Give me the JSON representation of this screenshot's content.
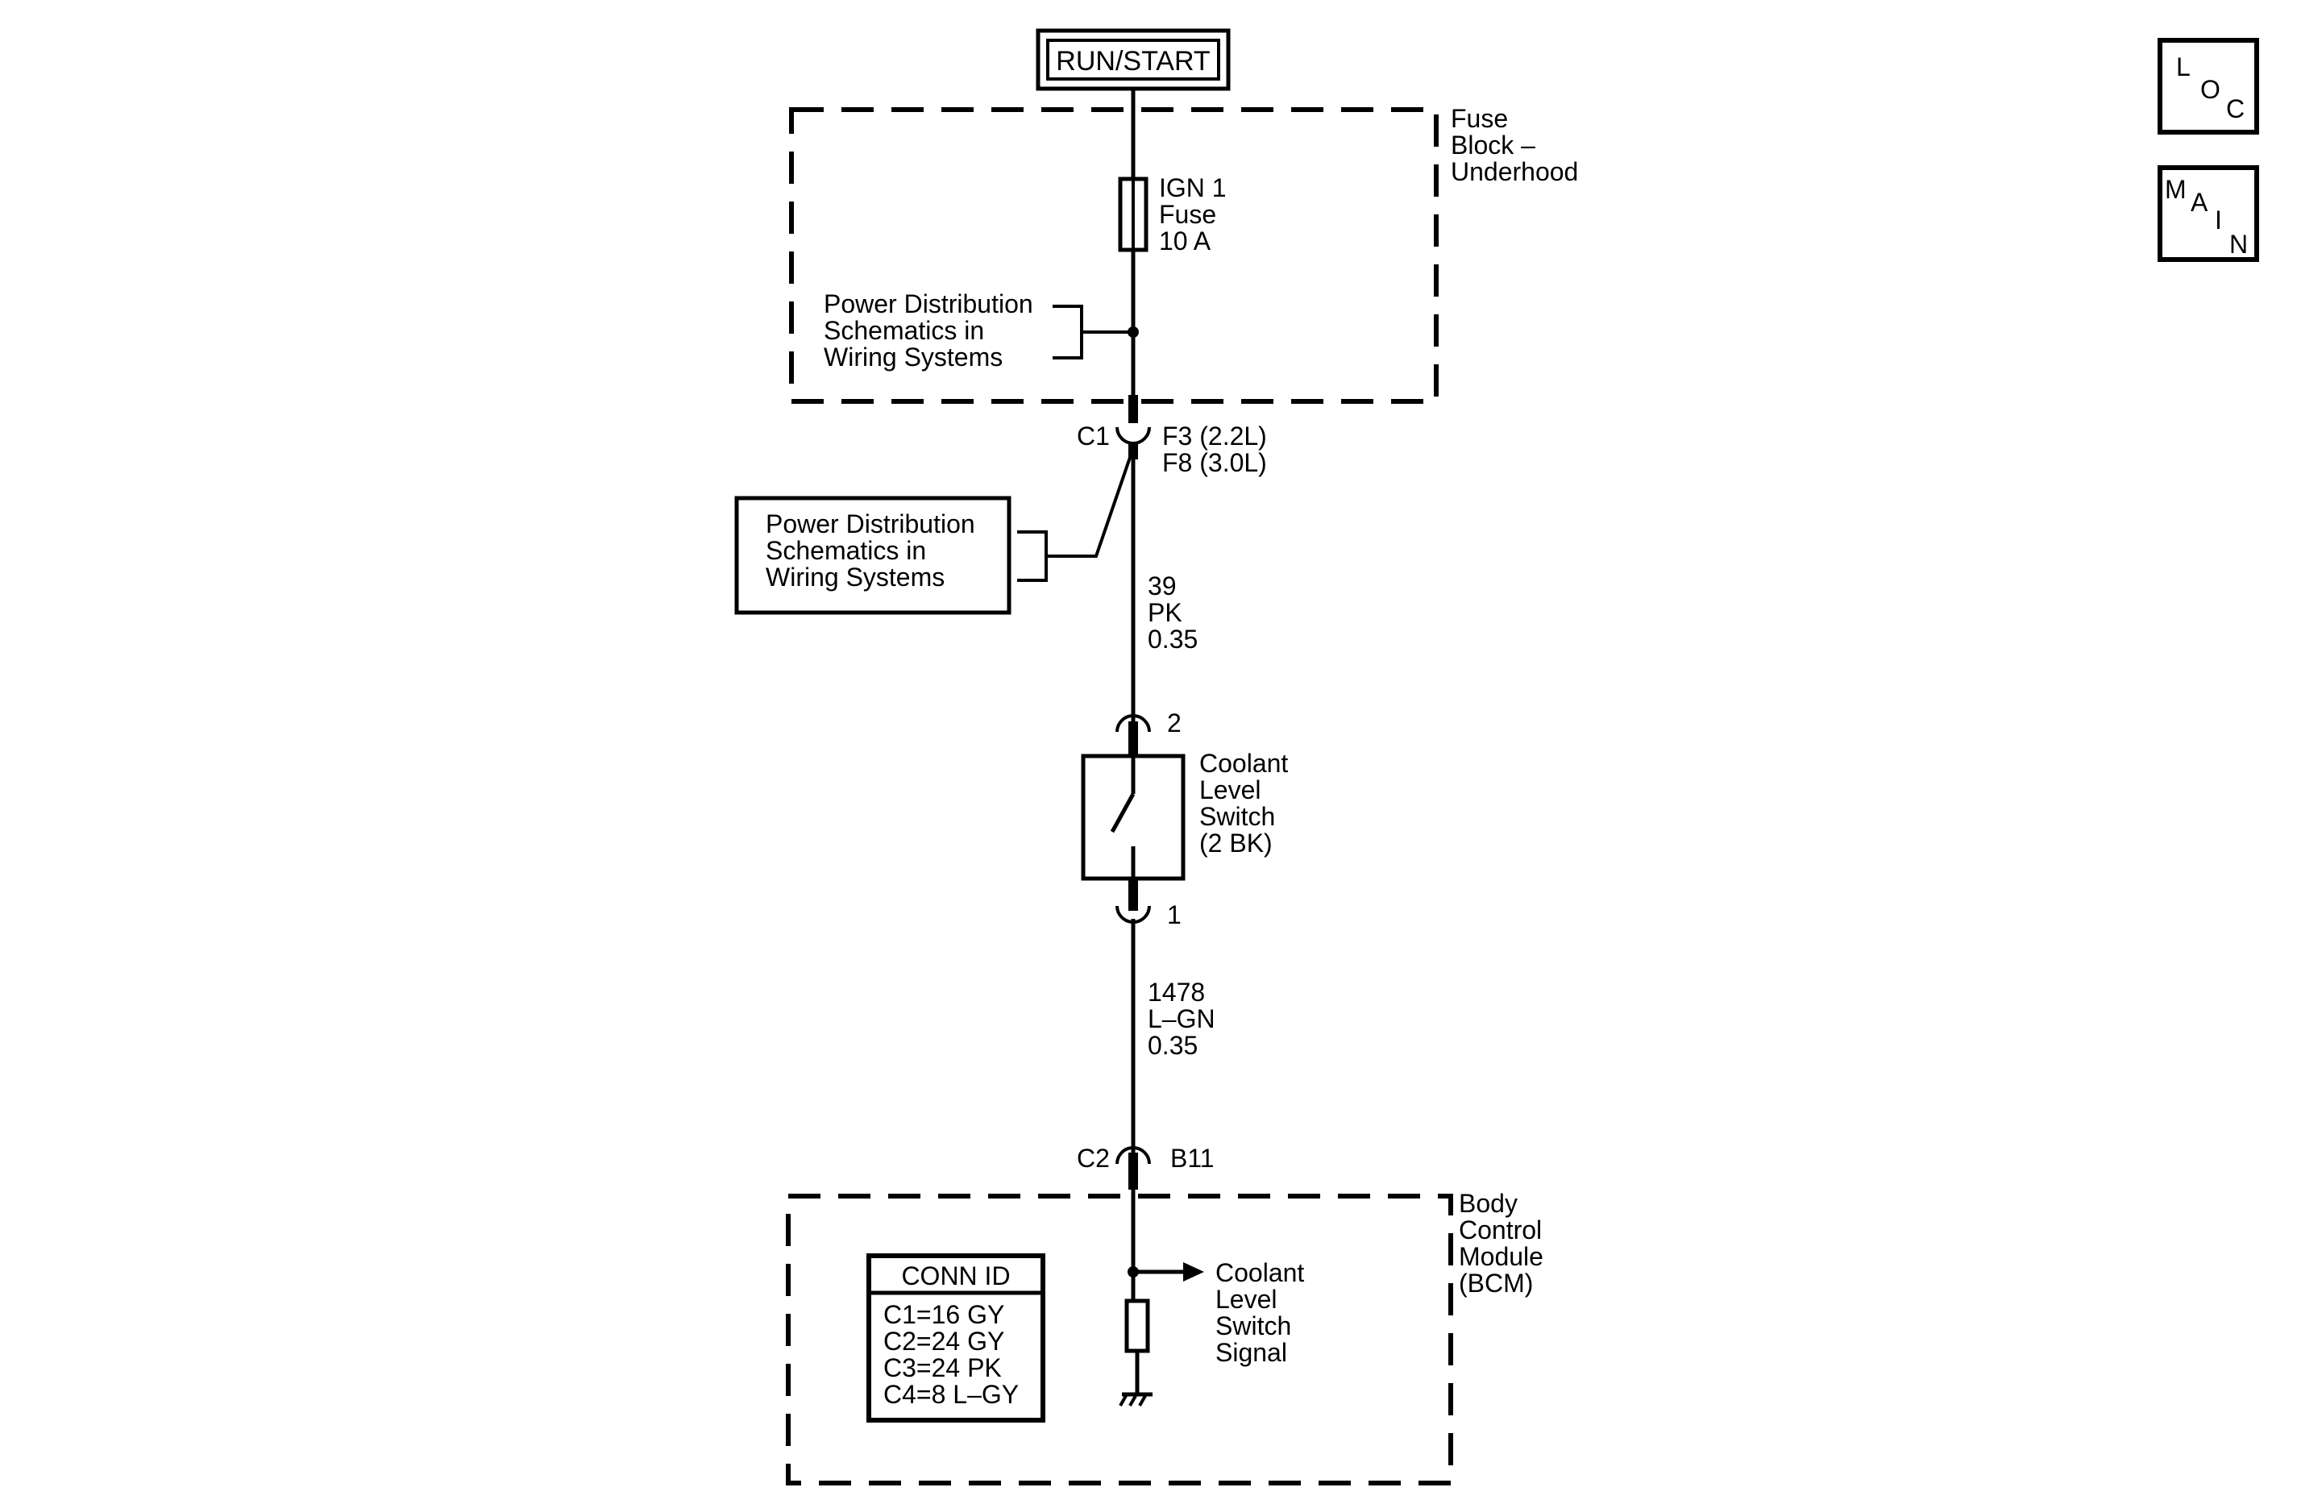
{
  "power_source": "RUN/START",
  "fuse_block": {
    "line1": "Fuse",
    "line2": "Block –",
    "line3": "Underhood"
  },
  "fuse": {
    "line1": "IGN 1",
    "line2": "Fuse",
    "line3": "10 A"
  },
  "power_dist_ref_1": {
    "line1": "Power Distribution",
    "line2": "Schematics in",
    "line3": "Wiring Systems"
  },
  "power_dist_ref_2": {
    "line1": "Power Distribution",
    "line2": "Schematics in",
    "line3": "Wiring Systems"
  },
  "connector_c1": {
    "name": "C1",
    "pin1": "F3 (2.2L)",
    "pin2": "F8 (3.0L)"
  },
  "wire_39": {
    "circuit": "39",
    "color": "PK",
    "gauge": "0.35"
  },
  "switch_pin_top": "2",
  "switch": {
    "line1": "Coolant",
    "line2": "Level",
    "line3": "Switch",
    "line4": "(2 BK)"
  },
  "switch_pin_bottom": "1",
  "wire_1478": {
    "circuit": "1478",
    "color": "L–GN",
    "gauge": "0.35"
  },
  "connector_c2": {
    "name": "C2",
    "pin": "B11"
  },
  "bcm": {
    "line1": "Body",
    "line2": "Control",
    "line3": "Module",
    "line4": "(BCM)"
  },
  "signal": {
    "line1": "Coolant",
    "line2": "Level",
    "line3": "Switch",
    "line4": "Signal"
  },
  "conn_id": {
    "title": "CONN ID",
    "rows": [
      "C1=16 GY",
      "C2=24 GY",
      "C3=24 PK",
      "C4=8 L–GY"
    ]
  },
  "nav_loc": {
    "l1": "L",
    "l2": "O",
    "l3": "C"
  },
  "nav_main": {
    "l1": "M",
    "l2": "A",
    "l3": "I",
    "l4": "N"
  }
}
